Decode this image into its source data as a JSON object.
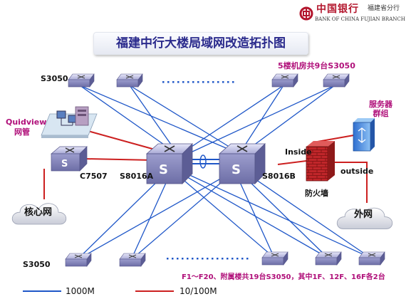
{
  "bank": {
    "name_cn": "中国银行",
    "branch_cn": "福建省分行",
    "name_en": "BANK OF CHINA  FUJIAN BRANCH",
    "color": "#b3162d"
  },
  "title": "福建中行大楼局域网改造拓扑图",
  "labels": {
    "s3050_top": "S3050",
    "floor5": "5楼机房共9台S3050",
    "server_group": "服务器\n群组",
    "quidview": "Quidview",
    "netmgmt": "网管",
    "c7507": "C7507",
    "s8016a": "S8016A",
    "s8016b": "S8016B",
    "inside": "Inside",
    "outside": "outside",
    "firewall": "防火墙",
    "core_net": "核心网",
    "external_net": "外网",
    "s3050_bottom": "S3050",
    "floors_note": "F1～F20、附属楼共19台S3050，其中1F、12F、16F各2台"
  },
  "legend": [
    {
      "label": "1000M",
      "color": "#1f57c8"
    },
    {
      "label": "10/100M",
      "color": "#cc2020"
    }
  ],
  "colors": {
    "link_1000": "#1f57c8",
    "link_100": "#cc2020",
    "switch": "#8a8bc0",
    "label_magenta": "#b0107a"
  }
}
